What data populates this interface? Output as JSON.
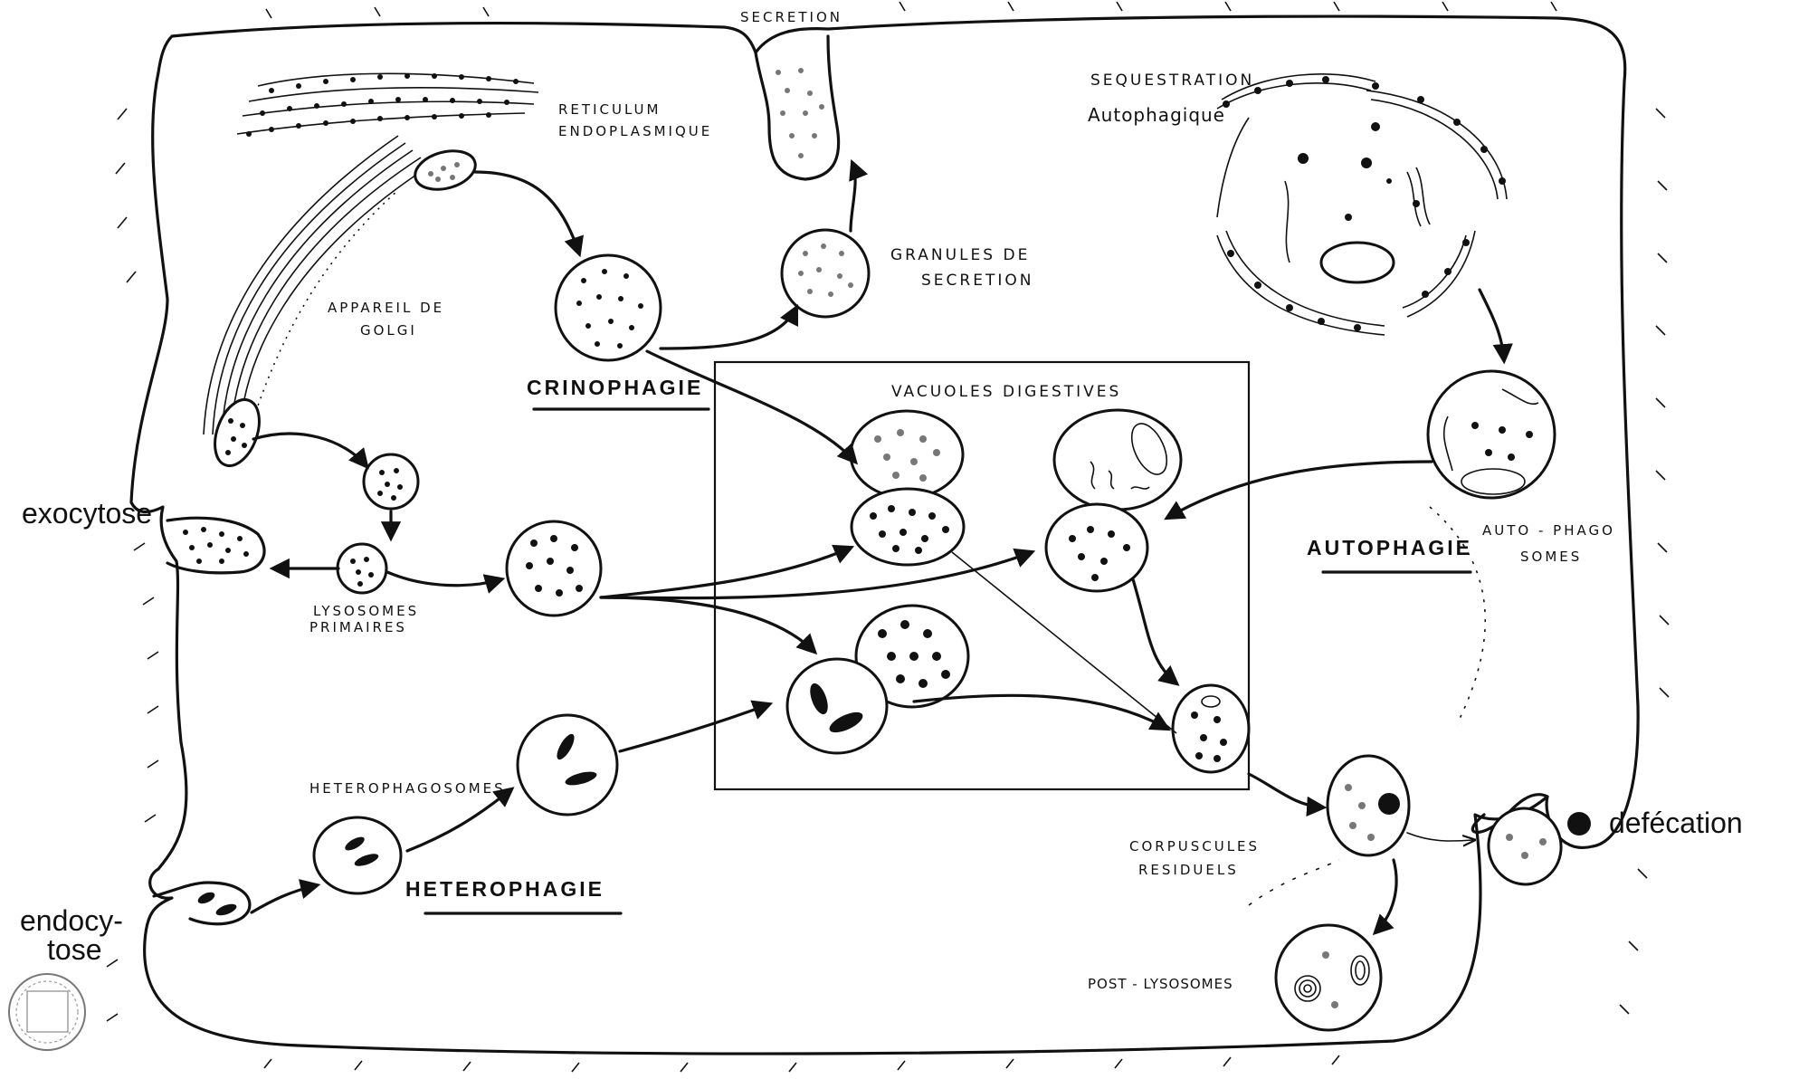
{
  "labels": {
    "secretion": "SECRETION",
    "reticulum": [
      "RETICULUM",
      "ENDOPLASMIQUE"
    ],
    "sequestration": [
      "SEQUESTRATION",
      "Autophagique"
    ],
    "granules": [
      "GRANULES DE",
      "SECRETION"
    ],
    "golgi": [
      "APPAREIL DE",
      "GOLGI"
    ],
    "crinophagie": "CRINOPHAGIE",
    "vacuoles": "VACUOLES DIGESTIVES",
    "exocytose": "exocytose",
    "lysosomes": [
      "LYSOSOMES",
      "PRIMAIRES"
    ],
    "autophagie": "AUTOPHAGIE",
    "autophagosomes": [
      "AUTO - PHAGO",
      "SOMES"
    ],
    "heterophagosomes": "HETEROPHAGOSOMES",
    "heterophagie": "HETEROPHAGIE",
    "corpuscules": [
      "CORPUSCULES",
      "RESIDUELS"
    ],
    "defecation": "defécation",
    "endocytose": [
      "endocy-",
      "tose"
    ],
    "postlysosomes": "POST - LYSOSOMES"
  },
  "colors": {
    "ink": "#111111",
    "paper": "#ffffff"
  }
}
